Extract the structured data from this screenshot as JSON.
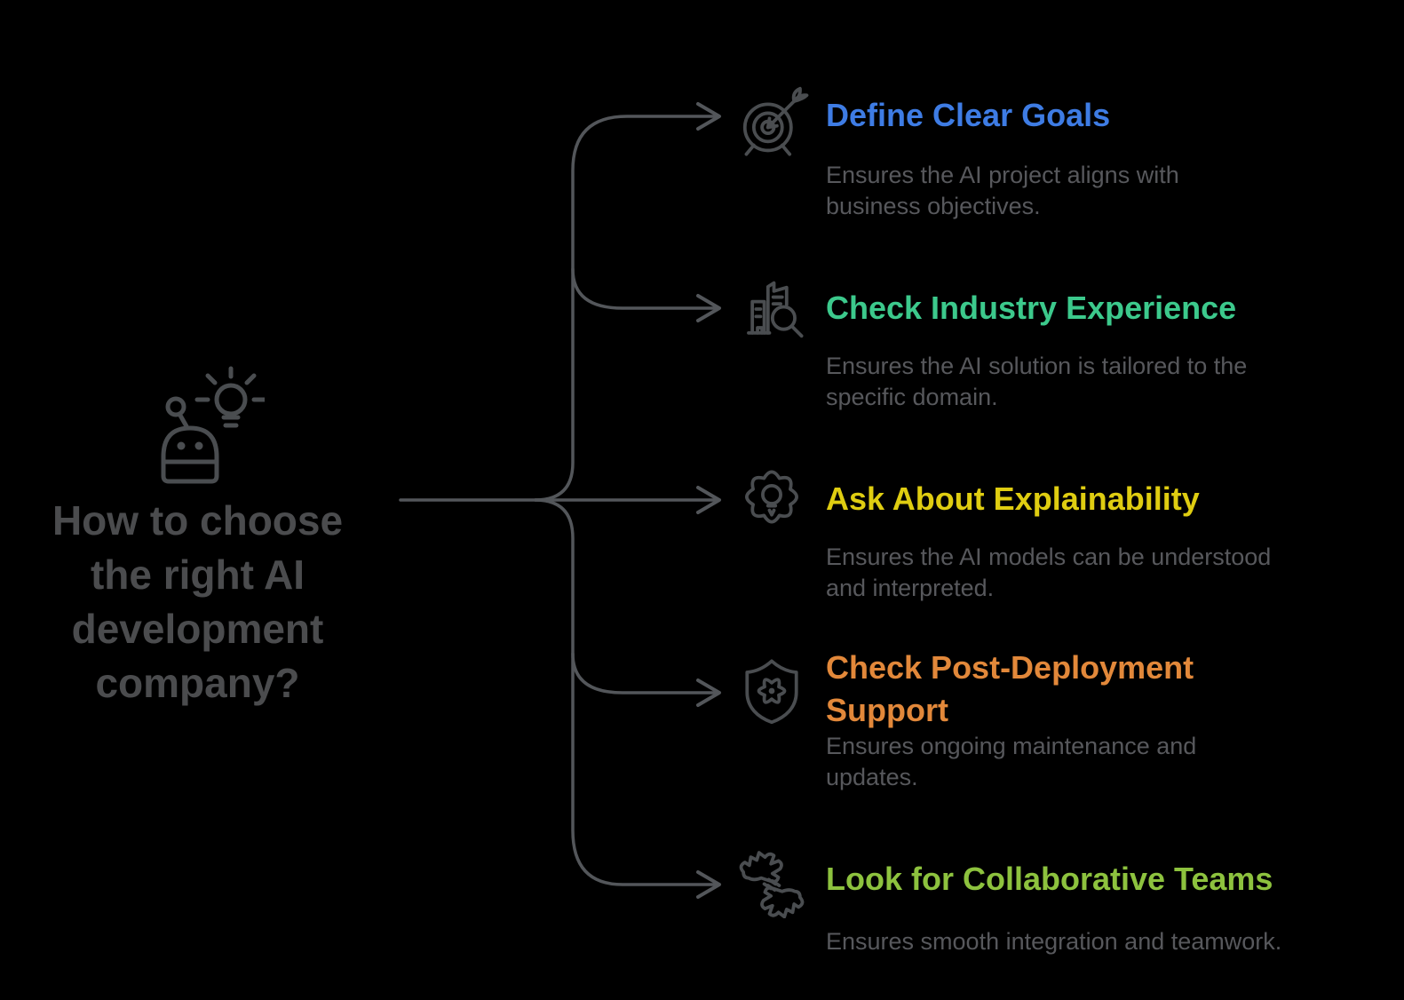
{
  "colors": {
    "bg-color": "#000000",
    "connector-color": "#53565a",
    "icon-color": "#4a4d50",
    "desc-color": "#57585c",
    "center-title-color": "#4b4c4e"
  },
  "center": {
    "title": "How to choose\nthe right AI\ndevelopment\ncompany?",
    "icon": "robot-lightbulb-icon"
  },
  "branches": [
    {
      "title": "Define Clear Goals",
      "title_color": "#3e7ce4",
      "description": "Ensures the AI project aligns with\nbusiness objectives.",
      "icon": "target-arrow-icon"
    },
    {
      "title": "Check Industry Experience",
      "title_color": "#3cc98c",
      "description": "Ensures the AI solution is tailored to the\nspecific domain.",
      "icon": "building-search-icon"
    },
    {
      "title": "Ask About Explainability",
      "title_color": "#dfcd11",
      "description": "Ensures the AI models can be understood\nand interpreted.",
      "icon": "gear-lightbulb-icon"
    },
    {
      "title": "Check Post-Deployment\nSupport",
      "title_color": "#e2883a",
      "description": "Ensures ongoing maintenance and\nupdates.",
      "icon": "shield-gear-icon"
    },
    {
      "title": "Look for Collaborative Teams",
      "title_color": "#8dc23e",
      "description": "Ensures smooth integration and teamwork.",
      "icon": "collaboration-hands-icon"
    }
  ]
}
